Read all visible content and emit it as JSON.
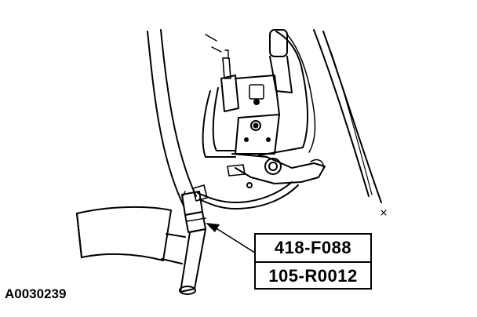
{
  "callouts": [
    "418-F088",
    "105-R0012"
  ],
  "figure_id": "A0030239"
}
